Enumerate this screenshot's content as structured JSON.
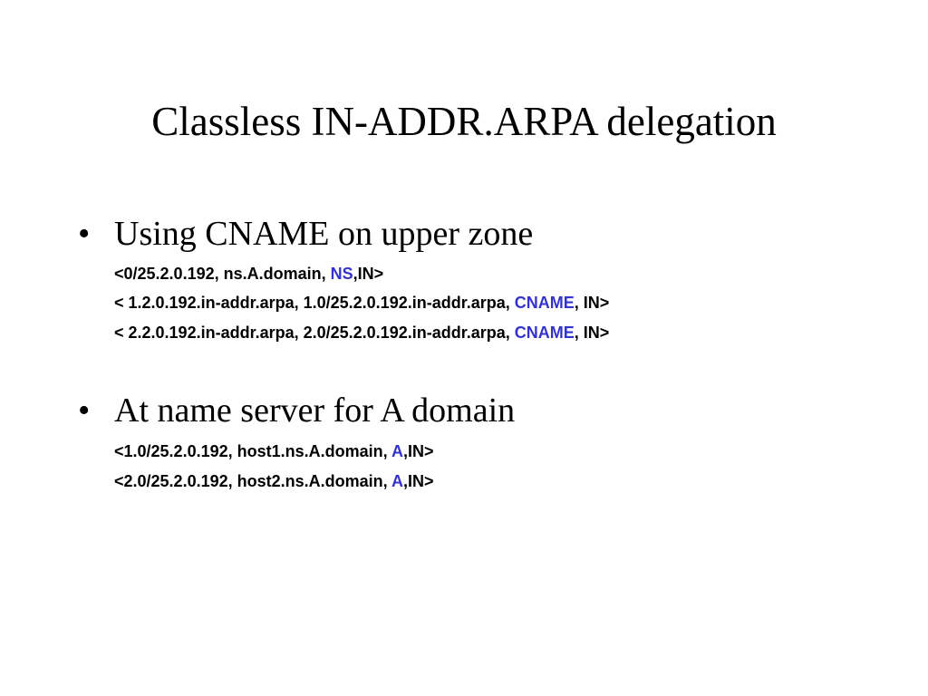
{
  "slide": {
    "title": "Classless IN-ADDR.ARPA delegation",
    "bullet_char": "•",
    "sections": [
      {
        "heading": "Using CNAME on upper zone",
        "records": [
          {
            "pre": "<0/25.2.0.192, ns.A.domain, ",
            "keyword": "NS",
            "post": ",IN>"
          },
          {
            "pre": "< 1.2.0.192.in-addr.arpa, 1.0/25.2.0.192.in-addr.arpa, ",
            "keyword": "CNAME",
            "post": ", IN>"
          },
          {
            "pre": "< 2.2.0.192.in-addr.arpa, 2.0/25.2.0.192.in-addr.arpa, ",
            "keyword": "CNAME",
            "post": ", IN>"
          }
        ]
      },
      {
        "heading": "At name server for A domain",
        "records": [
          {
            "pre": "<1.0/25.2.0.192, host1.ns.A.domain, ",
            "keyword": "A",
            "post": ",IN>"
          },
          {
            "pre": "<2.0/25.2.0.192, host2.ns.A.domain, ",
            "keyword": "A",
            "post": ",IN>"
          }
        ]
      }
    ],
    "colors": {
      "keyword": "#3333cc",
      "text": "#000000",
      "background": "#ffffff"
    }
  }
}
